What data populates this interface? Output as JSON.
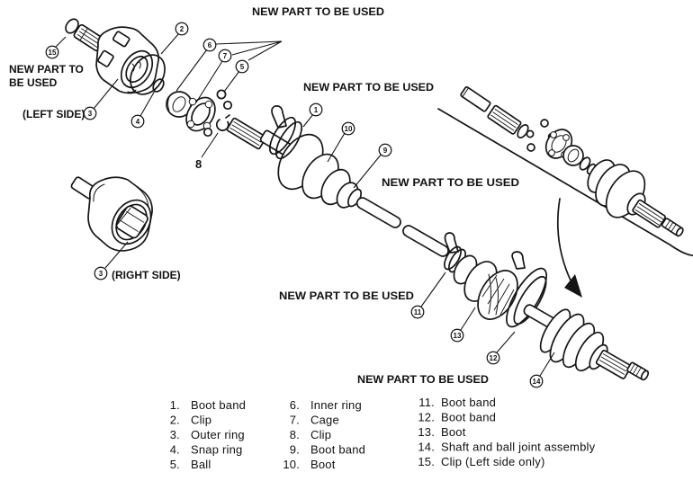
{
  "annotations": {
    "new_part_top": "NEW PART TO BE USED",
    "new_part_upper_middle": "NEW PART TO BE USED",
    "new_part_middle_right": "NEW PART TO BE USED",
    "new_part_lower_middle": "NEW PART TO BE USED",
    "new_part_bottom": "NEW PART TO BE USED",
    "new_part_left_line1": "NEW PART TO",
    "new_part_left_line2": "BE USED",
    "left_side_label": "(LEFT SIDE)",
    "right_side_label": "(RIGHT SIDE)",
    "clip_label_8": "8"
  },
  "callouts": {
    "c1": "1",
    "c2": "2",
    "c3_left": "3",
    "c3_right": "3",
    "c4": "4",
    "c5": "5",
    "c6": "6",
    "c7": "7",
    "c9": "9",
    "c10": "10",
    "c11": "11",
    "c12": "12",
    "c13": "13",
    "c14": "14",
    "c15": "15"
  },
  "parts_list": {
    "col1": [
      {
        "num": "1.",
        "name": "Boot band"
      },
      {
        "num": "2.",
        "name": "Clip"
      },
      {
        "num": "3.",
        "name": "Outer ring"
      },
      {
        "num": "4.",
        "name": "Snap ring"
      },
      {
        "num": "5.",
        "name": "Ball"
      }
    ],
    "col2": [
      {
        "num": "6.",
        "name": "Inner ring"
      },
      {
        "num": "7.",
        "name": "Cage"
      },
      {
        "num": "8.",
        "name": "Clip"
      },
      {
        "num": "9.",
        "name": "Boot band"
      },
      {
        "num": "10.",
        "name": "Boot"
      }
    ],
    "col3": [
      {
        "num": "11.",
        "name": "Boot band"
      },
      {
        "num": "12.",
        "name": "Boot band"
      },
      {
        "num": "13.",
        "name": "Boot"
      },
      {
        "num": "14.",
        "name": "Shaft and ball joint assembly"
      },
      {
        "num": "15.",
        "name": "Clip (Left side only)"
      }
    ]
  },
  "colors": {
    "ink": "#151515",
    "paper": "#ffffff"
  }
}
